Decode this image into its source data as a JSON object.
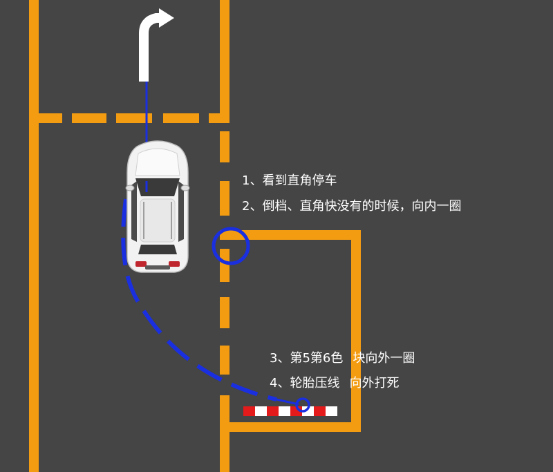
{
  "instructions": [
    {
      "number": "1、",
      "text": "看到直角停车"
    },
    {
      "number": "2、",
      "text": "倒档、直角快没有的时候，向内一圈"
    },
    {
      "number": "3、",
      "text": "第5第6色",
      "text2": "块向外一圈"
    },
    {
      "number": "4、",
      "text": "轮胎压线",
      "text2": "向外打死"
    }
  ],
  "colors": {
    "road": "#454545",
    "lane_line": "#f39c12",
    "guide_path": "#1a2fe0",
    "turn_arrow": "#ffffff",
    "curb_red": "#e31b1b",
    "curb_white": "#ffffff",
    "text": "#ffffff"
  },
  "icons": {
    "turn_arrow": "turn-right-arrow-icon",
    "car": "car-top-view-icon",
    "marker": "circle-marker-icon"
  }
}
